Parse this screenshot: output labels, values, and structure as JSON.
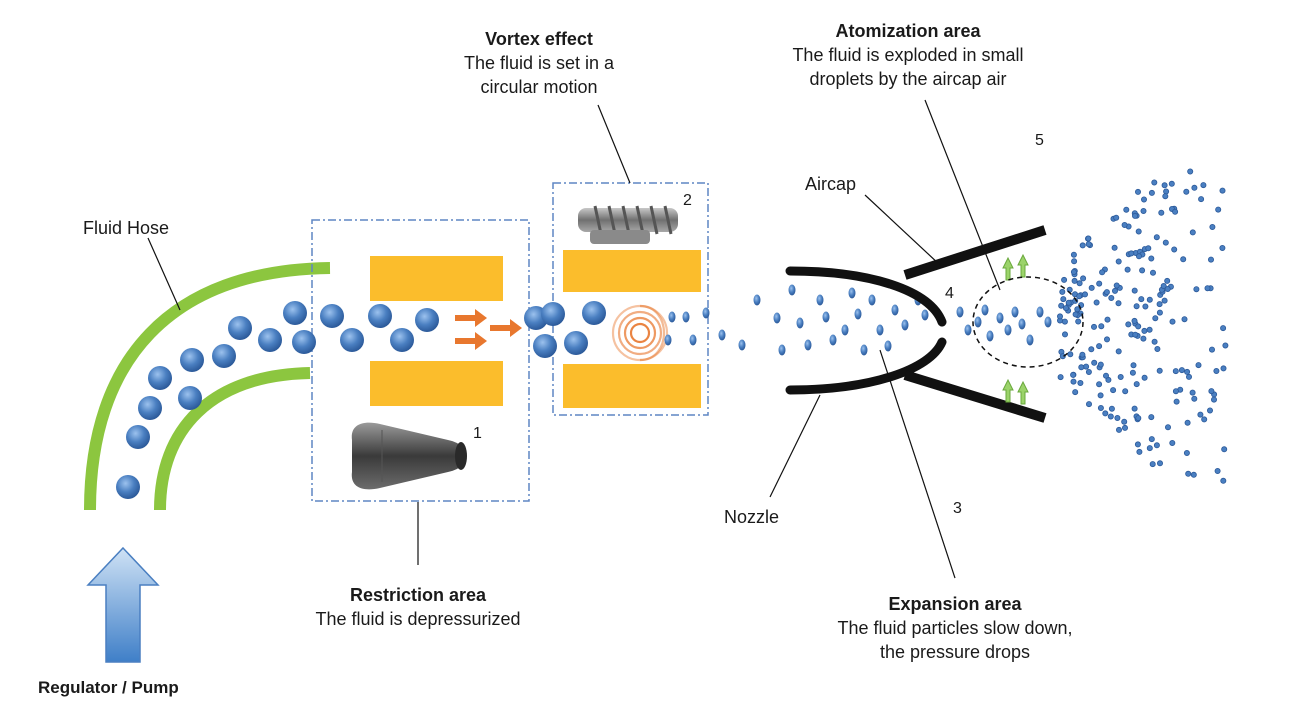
{
  "labels": {
    "fluid_hose": "Fluid Hose",
    "aircap": "Aircap",
    "nozzle": "Nozzle",
    "regulator_pump": "Regulator / Pump"
  },
  "areas": {
    "restriction": {
      "title": "Restriction area",
      "desc": [
        "The fluid is depressurized"
      ]
    },
    "vortex": {
      "title": "Vortex effect",
      "desc": [
        "The fluid is  set in a",
        "circular motion"
      ]
    },
    "atomization": {
      "title": "Atomization area",
      "desc": [
        "The fluid is exploded in small",
        "droplets by the aircap air"
      ]
    },
    "expansion": {
      "title": "Expansion area",
      "desc": [
        "The fluid particles slow down,",
        "the pressure drops"
      ]
    }
  },
  "numbers": {
    "n1": "1",
    "n2": "2",
    "n3": "3",
    "n4": "4",
    "n5": "5"
  },
  "colors": {
    "hose": "#8cc63f",
    "block": "#fbbd2c",
    "droplet": "#4a7fc1",
    "flow_arrow": "#e8772e",
    "air_arrow": "#9bd36a",
    "pump_arrow": "#5b9bd5",
    "frame": "#5f86c4"
  }
}
